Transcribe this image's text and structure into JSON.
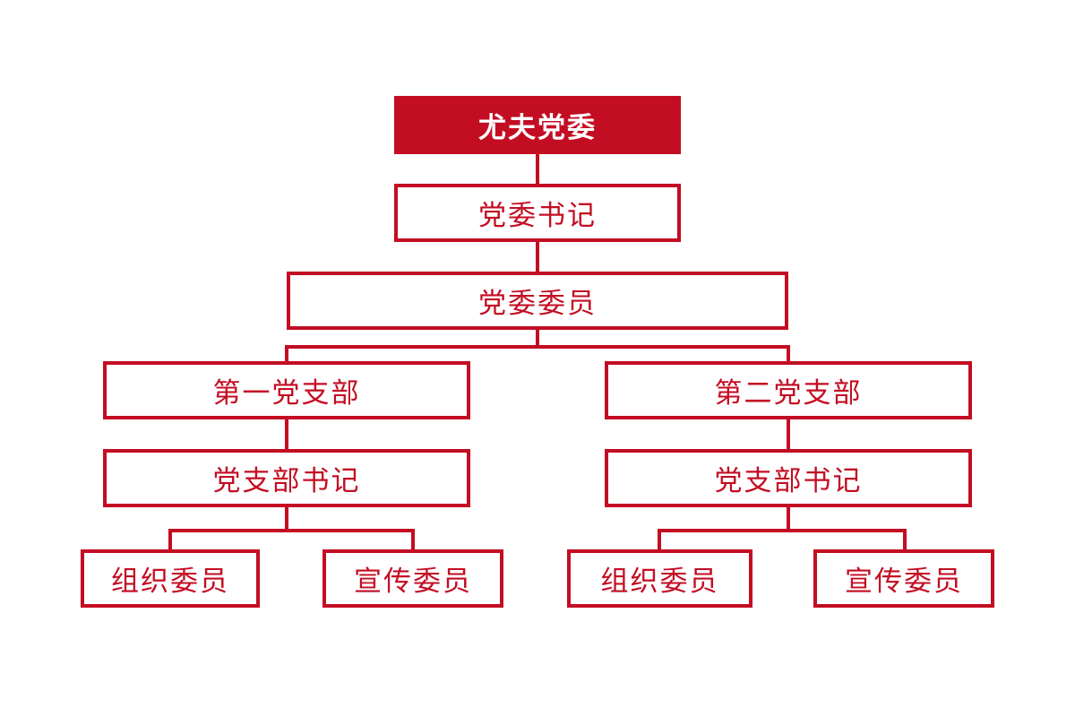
{
  "diagram": {
    "type": "org-chart",
    "accent_color": "#C30D23",
    "background_color": "#FFFFFF",
    "root_text_color": "#FFFFFF",
    "nodes": [
      {
        "id": "party-committee",
        "label": "尤夫党委",
        "style": "filled",
        "level": 1
      },
      {
        "id": "committee-secretary",
        "label": "党委书记",
        "style": "outlined",
        "level": 2
      },
      {
        "id": "committee-members",
        "label": "党委委员",
        "style": "outlined",
        "level": 3
      },
      {
        "id": "first-branch",
        "label": "第一党支部",
        "style": "outlined",
        "level": 4
      },
      {
        "id": "second-branch",
        "label": "第二党支部",
        "style": "outlined",
        "level": 4
      },
      {
        "id": "first-branch-secretary",
        "label": "党支部书记",
        "style": "outlined",
        "level": 5
      },
      {
        "id": "second-branch-secretary",
        "label": "党支部书记",
        "style": "outlined",
        "level": 5
      },
      {
        "id": "first-branch-organization",
        "label": "组织委员",
        "style": "outlined",
        "level": 6
      },
      {
        "id": "first-branch-publicity",
        "label": "宣传委员",
        "style": "outlined",
        "level": 6
      },
      {
        "id": "second-branch-organization",
        "label": "组织委员",
        "style": "outlined",
        "level": 6
      },
      {
        "id": "second-branch-publicity",
        "label": "宣传委员",
        "style": "outlined",
        "level": 6
      }
    ],
    "edges": [
      [
        "party-committee",
        "committee-secretary"
      ],
      [
        "committee-secretary",
        "committee-members"
      ],
      [
        "committee-members",
        "first-branch"
      ],
      [
        "committee-members",
        "second-branch"
      ],
      [
        "first-branch",
        "first-branch-secretary"
      ],
      [
        "second-branch",
        "second-branch-secretary"
      ],
      [
        "first-branch-secretary",
        "first-branch-organization"
      ],
      [
        "first-branch-secretary",
        "first-branch-publicity"
      ],
      [
        "second-branch-secretary",
        "second-branch-organization"
      ],
      [
        "second-branch-secretary",
        "second-branch-publicity"
      ]
    ]
  }
}
